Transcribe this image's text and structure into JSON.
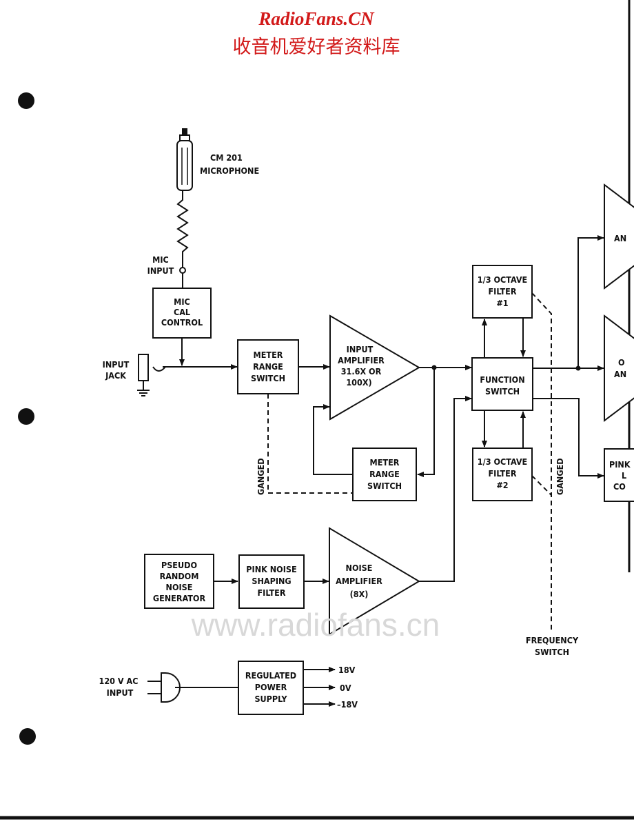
{
  "watermark": {
    "title": "RadioFans.CN",
    "subtitle": "收音机爱好者资料库",
    "url": "www.radiofans.cn"
  },
  "labels": {
    "microphone": [
      "CM 201",
      "MICROPHONE"
    ],
    "mic_input": [
      "MIC",
      "INPUT"
    ],
    "mic_cal": [
      "MIC",
      "CAL",
      "CONTROL"
    ],
    "input_jack": [
      "INPUT",
      "JACK"
    ],
    "meter_range_1": [
      "METER",
      "RANGE",
      "SWITCH"
    ],
    "input_amp": [
      "INPUT",
      "AMPLIFIER",
      "31.6X OR",
      "100X)"
    ],
    "meter_range_2": [
      "METER",
      "RANGE",
      "SWITCH"
    ],
    "ganged_1": "GANGED",
    "filter_1": [
      "1/3 OCTAVE",
      "FILTER",
      "#1"
    ],
    "function_switch": [
      "FUNCTION",
      "SWITCH"
    ],
    "filter_2": [
      "1/3 OCTAVE",
      "FILTER",
      "#2"
    ],
    "ganged_2": "GANGED",
    "pseudo_random": [
      "PSEUDO",
      "RANDOM",
      "NOISE",
      "GENERATOR"
    ],
    "pink_noise": [
      "PINK NOISE",
      "SHAPING",
      "FILTER"
    ],
    "noise_amp": [
      "NOISE",
      "AMPLIFIER",
      "(8X)"
    ],
    "frequency_switch": [
      "FREQUENCY",
      "SWITCH"
    ],
    "ac_input": [
      "120 V AC",
      "INPUT"
    ],
    "power_supply": [
      "REGULATED",
      "POWER",
      "SUPPLY"
    ],
    "rail_pos": "18V",
    "rail_zero": "0V",
    "rail_neg": "–18V",
    "right_amp_1": "AN",
    "right_amp_2": [
      "O",
      "AN"
    ],
    "right_box": [
      "PINK",
      "L",
      "CO"
    ]
  }
}
